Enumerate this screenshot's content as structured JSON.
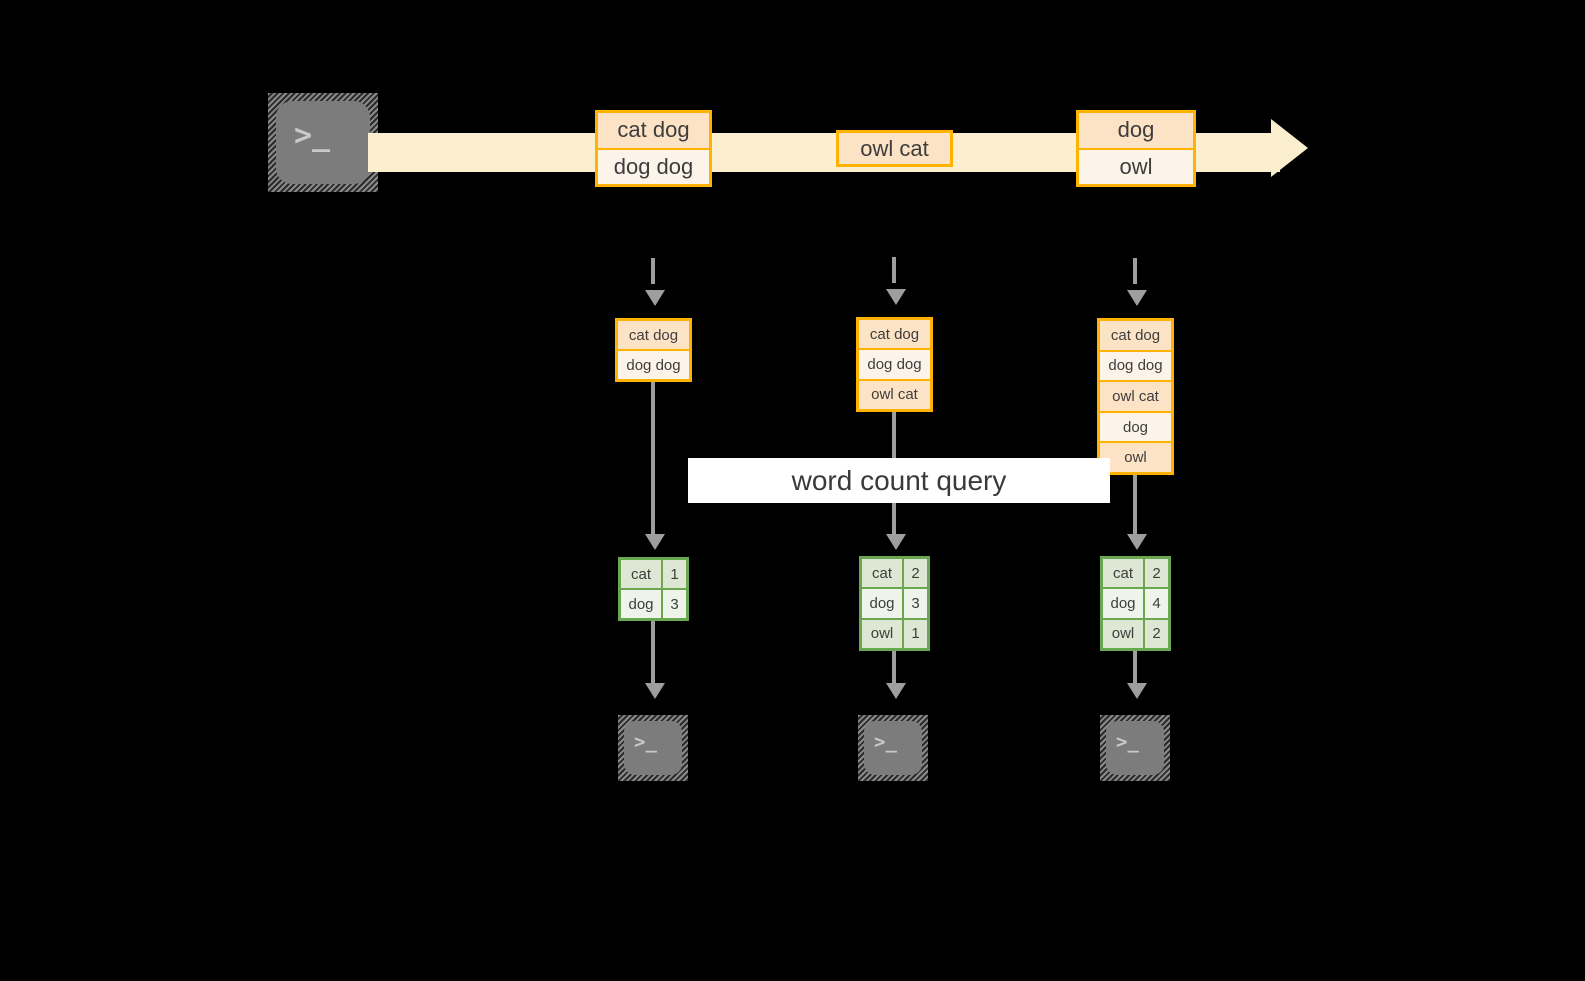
{
  "diagram": {
    "title": "word count query",
    "colors": {
      "background": "#000000",
      "stream_band": "#fcefd0",
      "record_border": "#ffb300",
      "record_fill_shade": "#fde3c6",
      "record_fill_plain": "#fdf4e9",
      "result_border": "#6aa84f",
      "result_fill_shade": "#dde7d3",
      "result_fill_plain": "#eff4eb",
      "connector": "#9e9e9e",
      "banner_fill": "#ffffff",
      "terminal_body": "#7c7c7c",
      "terminal_glyph": "#c9c9c9"
    }
  },
  "source": {
    "icon": "terminal-icon",
    "glyph": ">_"
  },
  "stream": {
    "arrow_direction": "right",
    "records": [
      {
        "lines": [
          "cat dog",
          "dog dog"
        ]
      },
      {
        "lines": [
          "owl cat"
        ]
      },
      {
        "lines": [
          "dog",
          "owl"
        ]
      }
    ]
  },
  "columns": [
    {
      "snapshot": {
        "lines": [
          "cat dog",
          "dog dog"
        ]
      },
      "result": {
        "rows": [
          {
            "word": "cat",
            "count": "1"
          },
          {
            "word": "dog",
            "count": "3"
          }
        ]
      },
      "sink": {
        "icon": "terminal-icon",
        "glyph": ">_"
      }
    },
    {
      "snapshot": {
        "lines": [
          "cat dog",
          "dog dog",
          "owl cat"
        ]
      },
      "result": {
        "rows": [
          {
            "word": "cat",
            "count": "2"
          },
          {
            "word": "dog",
            "count": "3"
          },
          {
            "word": "owl",
            "count": "1"
          }
        ]
      },
      "sink": {
        "icon": "terminal-icon",
        "glyph": ">_"
      }
    },
    {
      "snapshot": {
        "lines": [
          "cat dog",
          "dog dog",
          "owl cat",
          "dog",
          "owl"
        ]
      },
      "result": {
        "rows": [
          {
            "word": "cat",
            "count": "2"
          },
          {
            "word": "dog",
            "count": "4"
          },
          {
            "word": "owl",
            "count": "2"
          }
        ]
      },
      "sink": {
        "icon": "terminal-icon",
        "glyph": ">_"
      }
    }
  ]
}
